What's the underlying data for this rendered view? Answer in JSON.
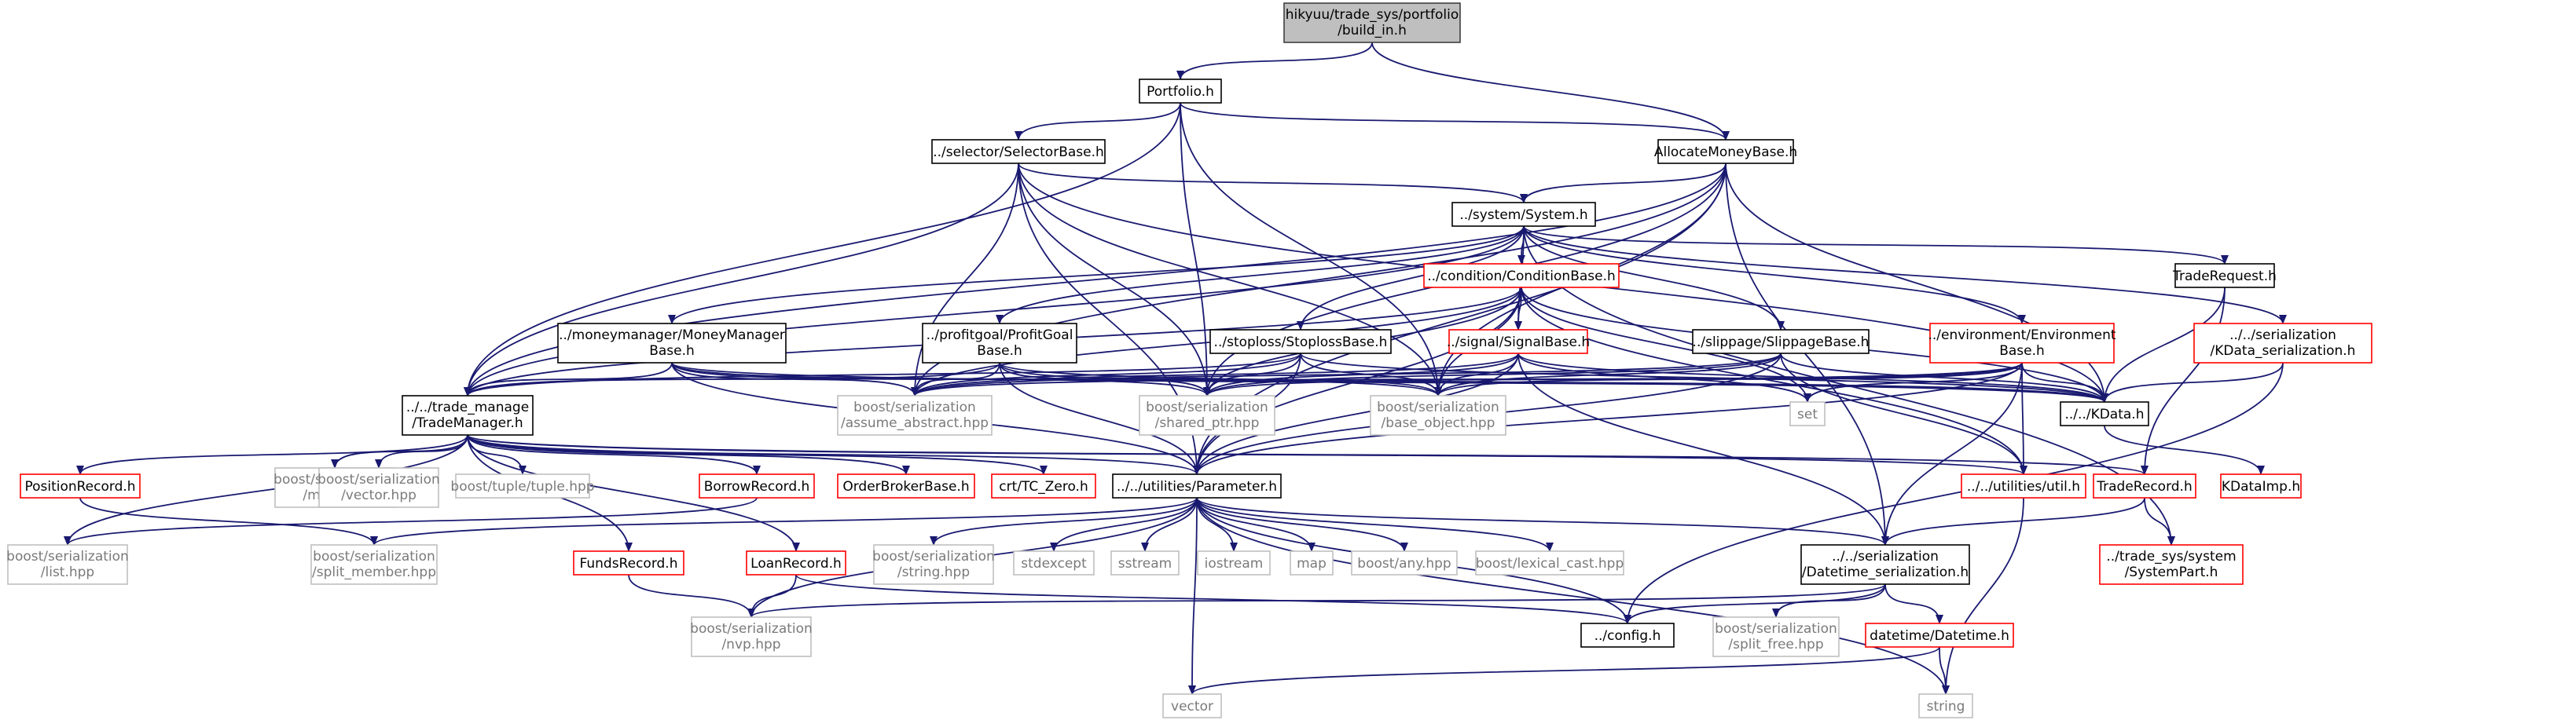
{
  "graph": {
    "colors": {
      "edge": "#191970",
      "root_fill": "#bfbfbf",
      "root_border": "#404040",
      "black_border": "#000000",
      "red_border": "#ff0000",
      "gray_border": "#bfbfbf",
      "gray_text": "#7a7a7a"
    },
    "nodes": [
      {
        "id": "build_in",
        "style": "root",
        "lines": [
          "hikyuu/trade_sys/portfolio",
          "/build_in.h"
        ]
      },
      {
        "id": "portfolio",
        "style": "black",
        "lines": [
          "Portfolio.h"
        ]
      },
      {
        "id": "allocate",
        "style": "black",
        "lines": [
          "AllocateMoneyBase.h"
        ]
      },
      {
        "id": "selector",
        "style": "black",
        "lines": [
          "../selector/SelectorBase.h"
        ]
      },
      {
        "id": "system",
        "style": "black",
        "lines": [
          "../system/System.h"
        ]
      },
      {
        "id": "condition",
        "style": "red",
        "lines": [
          "../condition/ConditionBase.h"
        ]
      },
      {
        "id": "traderequest",
        "style": "black",
        "lines": [
          "TradeRequest.h"
        ]
      },
      {
        "id": "moneymgr",
        "style": "black",
        "lines": [
          "../moneymanager/MoneyManager",
          "Base.h"
        ]
      },
      {
        "id": "profitgoal",
        "style": "black",
        "lines": [
          "../profitgoal/ProfitGoal",
          "Base.h"
        ]
      },
      {
        "id": "stoploss",
        "style": "black",
        "lines": [
          "../stoploss/StoplossBase.h"
        ]
      },
      {
        "id": "signal",
        "style": "red",
        "lines": [
          "../signal/SignalBase.h"
        ]
      },
      {
        "id": "slippage",
        "style": "black",
        "lines": [
          "../slippage/SlippageBase.h"
        ]
      },
      {
        "id": "environment",
        "style": "red",
        "lines": [
          "../environment/Environment",
          "Base.h"
        ]
      },
      {
        "id": "kdata_ser",
        "style": "red",
        "lines": [
          "../../serialization",
          "/KData_serialization.h"
        ]
      },
      {
        "id": "trademanager",
        "style": "black",
        "lines": [
          "../../trade_manage",
          "/TradeManager.h"
        ]
      },
      {
        "id": "assume_abstract",
        "style": "gray",
        "lines": [
          "boost/serialization",
          "/assume_abstract.hpp"
        ]
      },
      {
        "id": "shared_ptr",
        "style": "gray",
        "lines": [
          "boost/serialization",
          "/shared_ptr.hpp"
        ]
      },
      {
        "id": "base_object",
        "style": "gray",
        "lines": [
          "boost/serialization",
          "/base_object.hpp"
        ]
      },
      {
        "id": "set",
        "style": "gray",
        "lines": [
          "set"
        ]
      },
      {
        "id": "kdata",
        "style": "black",
        "lines": [
          "../../KData.h"
        ]
      },
      {
        "id": "positionrecord",
        "style": "red",
        "lines": [
          "PositionRecord.h"
        ]
      },
      {
        "id": "map_hpp",
        "style": "gray",
        "lines": [
          "boost/serialization",
          "/map.hpp"
        ]
      },
      {
        "id": "vector_hpp",
        "style": "gray",
        "lines": [
          "boost/serialization",
          "/vector.hpp"
        ]
      },
      {
        "id": "tuple_hpp",
        "style": "gray",
        "lines": [
          "boost/tuple/tuple.hpp"
        ]
      },
      {
        "id": "borrowrecord",
        "style": "red",
        "lines": [
          "BorrowRecord.h"
        ]
      },
      {
        "id": "orderbroker",
        "style": "red",
        "lines": [
          "OrderBrokerBase.h"
        ]
      },
      {
        "id": "tc_zero",
        "style": "red",
        "lines": [
          "crt/TC_Zero.h"
        ]
      },
      {
        "id": "parameter",
        "style": "black",
        "lines": [
          "../../utilities/Parameter.h"
        ]
      },
      {
        "id": "util_h",
        "style": "red",
        "lines": [
          "../../utilities/util.h"
        ]
      },
      {
        "id": "traderecord",
        "style": "red",
        "lines": [
          "TradeRecord.h"
        ]
      },
      {
        "id": "kdataimp",
        "style": "red",
        "lines": [
          "KDataImp.h"
        ]
      },
      {
        "id": "list_hpp",
        "style": "gray",
        "lines": [
          "boost/serialization",
          "/list.hpp"
        ]
      },
      {
        "id": "split_member",
        "style": "gray",
        "lines": [
          "boost/serialization",
          "/split_member.hpp"
        ]
      },
      {
        "id": "string_hpp",
        "style": "gray",
        "lines": [
          "boost/serialization",
          "/string.hpp"
        ]
      },
      {
        "id": "stdexcept",
        "style": "gray",
        "lines": [
          "stdexcept"
        ]
      },
      {
        "id": "sstream",
        "style": "gray",
        "lines": [
          "sstream"
        ]
      },
      {
        "id": "iostream",
        "style": "gray",
        "lines": [
          "iostream"
        ]
      },
      {
        "id": "map",
        "style": "gray",
        "lines": [
          "map"
        ]
      },
      {
        "id": "any_hpp",
        "style": "gray",
        "lines": [
          "boost/any.hpp"
        ]
      },
      {
        "id": "lexical_cast",
        "style": "gray",
        "lines": [
          "boost/lexical_cast.hpp"
        ]
      },
      {
        "id": "datetime_ser",
        "style": "black",
        "lines": [
          "../../serialization",
          "/Datetime_serialization.h"
        ]
      },
      {
        "id": "systempart",
        "style": "red",
        "lines": [
          "../trade_sys/system",
          "/SystemPart.h"
        ]
      },
      {
        "id": "fundsrecord",
        "style": "red",
        "lines": [
          "FundsRecord.h"
        ]
      },
      {
        "id": "loanrecord",
        "style": "red",
        "lines": [
          "LoanRecord.h"
        ]
      },
      {
        "id": "nvp_hpp",
        "style": "gray",
        "lines": [
          "boost/serialization",
          "/nvp.hpp"
        ]
      },
      {
        "id": "config",
        "style": "black",
        "lines": [
          "../config.h"
        ]
      },
      {
        "id": "split_free",
        "style": "gray",
        "lines": [
          "boost/serialization",
          "/split_free.hpp"
        ]
      },
      {
        "id": "datetime",
        "style": "red",
        "lines": [
          "datetime/Datetime.h"
        ]
      },
      {
        "id": "vector",
        "style": "gray",
        "lines": [
          "vector"
        ]
      },
      {
        "id": "string",
        "style": "gray",
        "lines": [
          "string"
        ]
      }
    ],
    "edges": [
      [
        "build_in",
        "portfolio"
      ],
      [
        "build_in",
        "allocate"
      ],
      [
        "portfolio",
        "selector"
      ],
      [
        "portfolio",
        "allocate"
      ],
      [
        "portfolio",
        "trademanager"
      ],
      [
        "portfolio",
        "shared_ptr"
      ],
      [
        "portfolio",
        "base_object"
      ],
      [
        "selector",
        "system"
      ],
      [
        "selector",
        "trademanager"
      ],
      [
        "selector",
        "assume_abstract"
      ],
      [
        "selector",
        "shared_ptr"
      ],
      [
        "selector",
        "base_object"
      ],
      [
        "selector",
        "parameter"
      ],
      [
        "selector",
        "kdata"
      ],
      [
        "allocate",
        "system"
      ],
      [
        "allocate",
        "trademanager"
      ],
      [
        "allocate",
        "assume_abstract"
      ],
      [
        "allocate",
        "shared_ptr"
      ],
      [
        "allocate",
        "base_object"
      ],
      [
        "allocate",
        "parameter"
      ],
      [
        "allocate",
        "kdata"
      ],
      [
        "allocate",
        "datetime_ser"
      ],
      [
        "system",
        "condition"
      ],
      [
        "system",
        "traderequest"
      ],
      [
        "system",
        "moneymgr"
      ],
      [
        "system",
        "profitgoal"
      ],
      [
        "system",
        "stoploss"
      ],
      [
        "system",
        "signal"
      ],
      [
        "system",
        "slippage"
      ],
      [
        "system",
        "environment"
      ],
      [
        "system",
        "trademanager"
      ],
      [
        "system",
        "kdata_ser"
      ],
      [
        "system",
        "systempart"
      ],
      [
        "condition",
        "signal"
      ],
      [
        "condition",
        "trademanager"
      ],
      [
        "condition",
        "assume_abstract"
      ],
      [
        "condition",
        "shared_ptr"
      ],
      [
        "condition",
        "base_object"
      ],
      [
        "condition",
        "set"
      ],
      [
        "condition",
        "kdata"
      ],
      [
        "condition",
        "util_h"
      ],
      [
        "condition",
        "parameter"
      ],
      [
        "traderequest",
        "kdata"
      ],
      [
        "traderequest",
        "traderecord"
      ],
      [
        "moneymgr",
        "trademanager"
      ],
      [
        "moneymgr",
        "assume_abstract"
      ],
      [
        "moneymgr",
        "shared_ptr"
      ],
      [
        "moneymgr",
        "base_object"
      ],
      [
        "moneymgr",
        "parameter"
      ],
      [
        "moneymgr",
        "kdata"
      ],
      [
        "profitgoal",
        "trademanager"
      ],
      [
        "profitgoal",
        "assume_abstract"
      ],
      [
        "profitgoal",
        "shared_ptr"
      ],
      [
        "profitgoal",
        "base_object"
      ],
      [
        "profitgoal",
        "parameter"
      ],
      [
        "profitgoal",
        "kdata"
      ],
      [
        "stoploss",
        "trademanager"
      ],
      [
        "stoploss",
        "assume_abstract"
      ],
      [
        "stoploss",
        "shared_ptr"
      ],
      [
        "stoploss",
        "base_object"
      ],
      [
        "stoploss",
        "parameter"
      ],
      [
        "stoploss",
        "kdata"
      ],
      [
        "signal",
        "assume_abstract"
      ],
      [
        "signal",
        "shared_ptr"
      ],
      [
        "signal",
        "base_object"
      ],
      [
        "signal",
        "set"
      ],
      [
        "signal",
        "kdata"
      ],
      [
        "signal",
        "parameter"
      ],
      [
        "signal",
        "datetime_ser"
      ],
      [
        "slippage",
        "assume_abstract"
      ],
      [
        "slippage",
        "shared_ptr"
      ],
      [
        "slippage",
        "base_object"
      ],
      [
        "slippage",
        "kdata"
      ],
      [
        "slippage",
        "parameter"
      ],
      [
        "slippage",
        "util_h"
      ],
      [
        "environment",
        "assume_abstract"
      ],
      [
        "environment",
        "shared_ptr"
      ],
      [
        "environment",
        "base_object"
      ],
      [
        "environment",
        "set"
      ],
      [
        "environment",
        "kdata"
      ],
      [
        "environment",
        "util_h"
      ],
      [
        "environment",
        "parameter"
      ],
      [
        "environment",
        "datetime_ser"
      ],
      [
        "kdata_ser",
        "kdata"
      ],
      [
        "kdata_ser",
        "config"
      ],
      [
        "kdata",
        "kdataimp"
      ],
      [
        "trademanager",
        "positionrecord"
      ],
      [
        "trademanager",
        "map_hpp"
      ],
      [
        "trademanager",
        "vector_hpp"
      ],
      [
        "trademanager",
        "tuple_hpp"
      ],
      [
        "trademanager",
        "borrowrecord"
      ],
      [
        "trademanager",
        "orderbroker"
      ],
      [
        "trademanager",
        "tc_zero"
      ],
      [
        "trademanager",
        "parameter"
      ],
      [
        "trademanager",
        "util_h"
      ],
      [
        "trademanager",
        "traderecord"
      ],
      [
        "trademanager",
        "list_hpp"
      ],
      [
        "trademanager",
        "fundsrecord"
      ],
      [
        "trademanager",
        "loanrecord"
      ],
      [
        "positionrecord",
        "split_member"
      ],
      [
        "borrowrecord",
        "list_hpp"
      ],
      [
        "parameter",
        "split_member"
      ],
      [
        "parameter",
        "string_hpp"
      ],
      [
        "parameter",
        "stdexcept"
      ],
      [
        "parameter",
        "sstream"
      ],
      [
        "parameter",
        "iostream"
      ],
      [
        "parameter",
        "map"
      ],
      [
        "parameter",
        "any_hpp"
      ],
      [
        "parameter",
        "lexical_cast"
      ],
      [
        "parameter",
        "nvp_hpp"
      ],
      [
        "parameter",
        "config"
      ],
      [
        "parameter",
        "datetime_ser"
      ],
      [
        "parameter",
        "vector"
      ],
      [
        "parameter",
        "string"
      ],
      [
        "util_h",
        "string"
      ],
      [
        "traderecord",
        "datetime_ser"
      ],
      [
        "traderecord",
        "systempart"
      ],
      [
        "fundsrecord",
        "nvp_hpp"
      ],
      [
        "loanrecord",
        "nvp_hpp"
      ],
      [
        "loanrecord",
        "config"
      ],
      [
        "datetime_ser",
        "nvp_hpp"
      ],
      [
        "datetime_ser",
        "config"
      ],
      [
        "datetime_ser",
        "split_free"
      ],
      [
        "datetime_ser",
        "datetime"
      ],
      [
        "datetime",
        "vector"
      ],
      [
        "datetime",
        "string"
      ]
    ]
  }
}
